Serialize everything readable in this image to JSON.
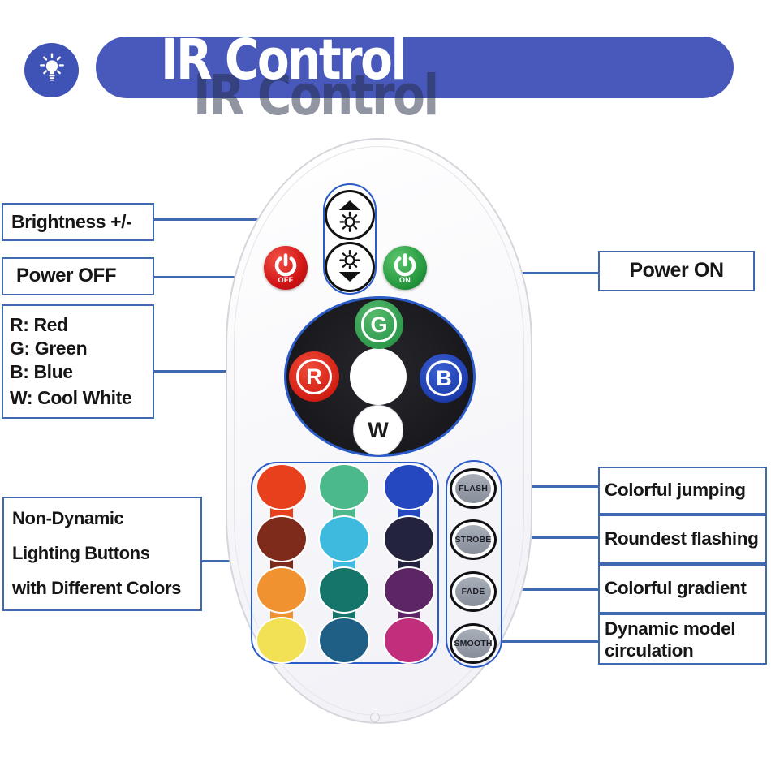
{
  "banner": {
    "title": "IR Control",
    "accent": "#4859bb"
  },
  "remote": {
    "power_off_label": "OFF",
    "power_on_label": "ON",
    "rgbw": {
      "g": "G",
      "r": "R",
      "b": "B",
      "w": "W"
    },
    "mode_buttons": [
      "FLASH",
      "STROBE",
      "FADE",
      "SMOOTH"
    ],
    "color_grid": [
      [
        "#e8401c",
        "#4cb98b",
        "#2547c0"
      ],
      [
        "#7e2b1b",
        "#3fbadf",
        "#23233e"
      ],
      [
        "#f0922f",
        "#15756a",
        "#5b2663"
      ],
      [
        "#f2e155",
        "#1f5e85",
        "#c02e7c"
      ]
    ]
  },
  "callouts": {
    "brightness": "Brightness +/-",
    "power_off": "Power OFF",
    "rgbw_lines": [
      "R: Red",
      "G: Green",
      "B: Blue",
      "W: Cool White"
    ],
    "non_dynamic_lines": [
      "Non-Dynamic",
      "Lighting Buttons",
      "with Different Colors"
    ],
    "power_on": "Power ON",
    "flash": "Colorful jumping",
    "strobe": "Roundest flashing",
    "fade": "Colorful gradient",
    "smooth_lines": [
      "Dynamic model",
      "circulation"
    ]
  },
  "colors": {
    "outline_blue": "#2b5bc7",
    "callout_blue": "#3f6ab2"
  }
}
